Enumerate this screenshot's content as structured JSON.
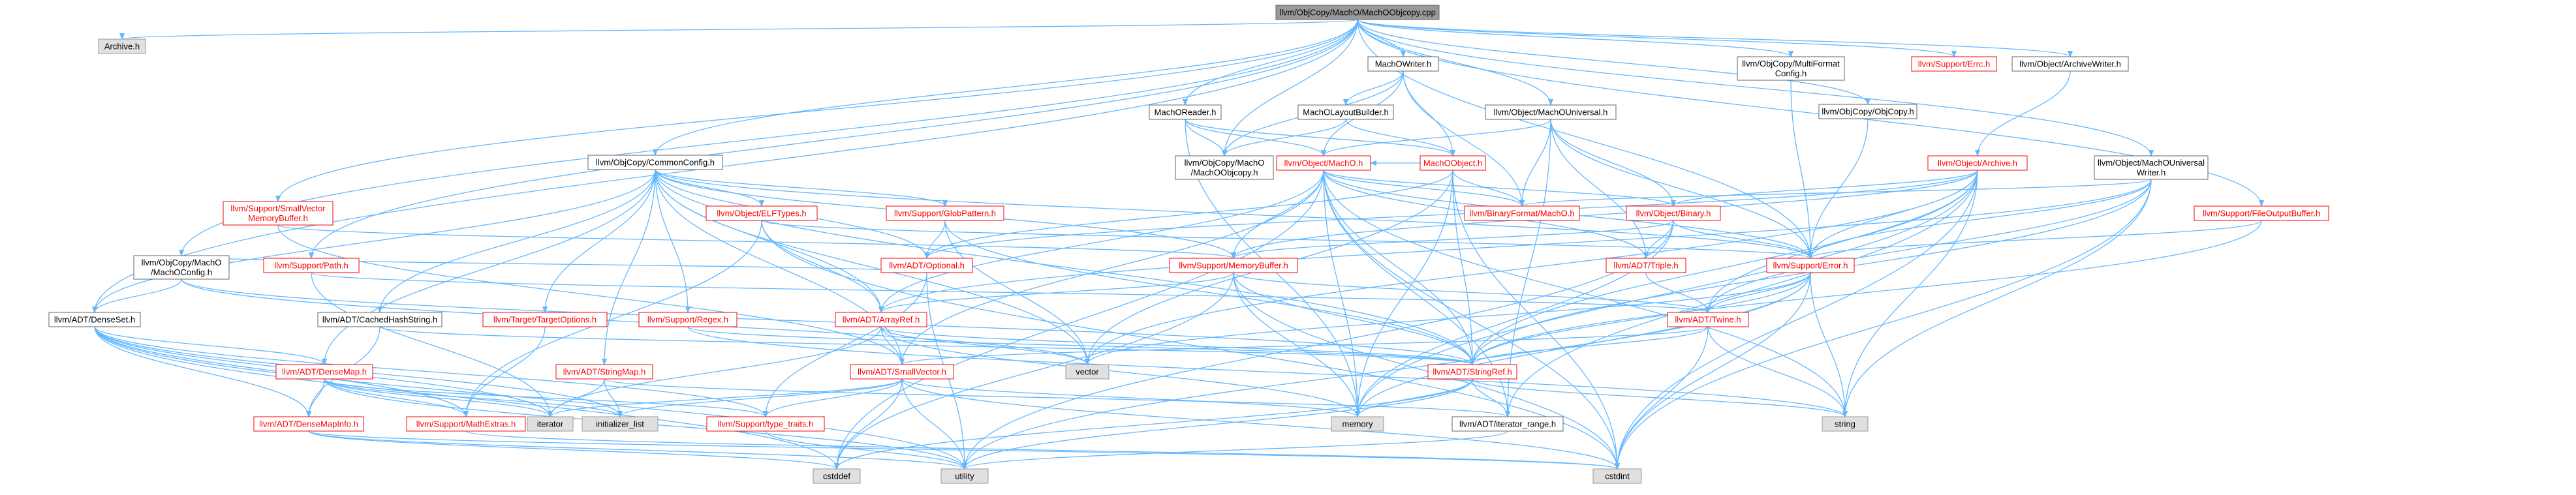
{
  "nodes": [
    {
      "id": "root",
      "lines": [
        "llvm/ObjCopy/MachO/MachOObjcopy.cpp"
      ],
      "style": "root"
    },
    {
      "id": "archive_h",
      "lines": [
        "Archive.h"
      ],
      "style": "gray"
    },
    {
      "id": "machowriter",
      "lines": [
        "MachOWriter.h"
      ],
      "style": "normal"
    },
    {
      "id": "multiformat",
      "lines": [
        "llvm/ObjCopy/MultiFormat",
        "Config.h"
      ],
      "style": "normal"
    },
    {
      "id": "errc",
      "lines": [
        "llvm/Support/Errc.h"
      ],
      "style": "red"
    },
    {
      "id": "archivewriter",
      "lines": [
        "llvm/Object/ArchiveWriter.h"
      ],
      "style": "normal"
    },
    {
      "id": "objcopy_h",
      "lines": [
        "llvm/ObjCopy/ObjCopy.h"
      ],
      "style": "normal"
    },
    {
      "id": "machoreader",
      "lines": [
        "MachOReader.h"
      ],
      "style": "normal"
    },
    {
      "id": "macholayout",
      "lines": [
        "MachOLayoutBuilder.h"
      ],
      "style": "normal"
    },
    {
      "id": "obj_machouniversal",
      "lines": [
        "llvm/Object/MachOUniversal.h"
      ],
      "style": "normal"
    },
    {
      "id": "obj_archive",
      "lines": [
        "llvm/Object/Archive.h"
      ],
      "style": "red"
    },
    {
      "id": "obj_machouniwriter",
      "lines": [
        "llvm/Object/MachOUniversal",
        "Writer.h"
      ],
      "style": "normal"
    },
    {
      "id": "commonconfig",
      "lines": [
        "llvm/ObjCopy/CommonConfig.h"
      ],
      "style": "normal"
    },
    {
      "id": "objcopy_machoobjcopy",
      "lines": [
        "llvm/ObjCopy/MachO",
        "/MachOObjcopy.h"
      ],
      "style": "normal"
    },
    {
      "id": "obj_macho",
      "lines": [
        "llvm/Object/MachO.h"
      ],
      "style": "red"
    },
    {
      "id": "machoobject",
      "lines": [
        "MachOObject.h"
      ],
      "style": "red"
    },
    {
      "id": "smallvecmembuf",
      "lines": [
        "llvm/Support/SmallVector",
        "MemoryBuffer.h"
      ],
      "style": "red"
    },
    {
      "id": "elftypes",
      "lines": [
        "llvm/Object/ELFTypes.h"
      ],
      "style": "red"
    },
    {
      "id": "globpattern",
      "lines": [
        "llvm/Support/GlobPattern.h"
      ],
      "style": "red"
    },
    {
      "id": "binaryformat_macho",
      "lines": [
        "llvm/BinaryFormat/MachO.h"
      ],
      "style": "red"
    },
    {
      "id": "obj_binary",
      "lines": [
        "llvm/Object/Binary.h"
      ],
      "style": "red"
    },
    {
      "id": "fileoutputbuffer",
      "lines": [
        "llvm/Support/FileOutputBuffer.h"
      ],
      "style": "red"
    },
    {
      "id": "machoconfig",
      "lines": [
        "llvm/ObjCopy/MachO",
        "/MachOConfig.h"
      ],
      "style": "normal"
    },
    {
      "id": "path",
      "lines": [
        "llvm/Support/Path.h"
      ],
      "style": "red"
    },
    {
      "id": "optional",
      "lines": [
        "llvm/ADT/Optional.h"
      ],
      "style": "red"
    },
    {
      "id": "membuffer",
      "lines": [
        "llvm/Support/MemoryBuffer.h"
      ],
      "style": "red"
    },
    {
      "id": "triple",
      "lines": [
        "llvm/ADT/Triple.h"
      ],
      "style": "red"
    },
    {
      "id": "error",
      "lines": [
        "llvm/Support/Error.h"
      ],
      "style": "red"
    },
    {
      "id": "densset",
      "lines": [
        "llvm/ADT/DenseSet.h"
      ],
      "style": "normal"
    },
    {
      "id": "cachedhash",
      "lines": [
        "llvm/ADT/CachedHashString.h"
      ],
      "style": "normal"
    },
    {
      "id": "targetoptions",
      "lines": [
        "llvm/Target/TargetOptions.h"
      ],
      "style": "red"
    },
    {
      "id": "regex",
      "lines": [
        "llvm/Support/Regex.h"
      ],
      "style": "red"
    },
    {
      "id": "arrayref",
      "lines": [
        "llvm/ADT/ArrayRef.h"
      ],
      "style": "red"
    },
    {
      "id": "twine",
      "lines": [
        "llvm/ADT/Twine.h"
      ],
      "style": "red"
    },
    {
      "id": "densemap",
      "lines": [
        "llvm/ADT/DenseMap.h"
      ],
      "style": "red"
    },
    {
      "id": "stringmap",
      "lines": [
        "llvm/ADT/StringMap.h"
      ],
      "style": "red"
    },
    {
      "id": "vector",
      "lines": [
        "vector"
      ],
      "style": "gray"
    },
    {
      "id": "smallvector",
      "lines": [
        "llvm/ADT/SmallVector.h"
      ],
      "style": "red"
    },
    {
      "id": "stringref",
      "lines": [
        "llvm/ADT/StringRef.h"
      ],
      "style": "red"
    },
    {
      "id": "densemapinfo",
      "lines": [
        "llvm/ADT/DenseMapInfo.h"
      ],
      "style": "red"
    },
    {
      "id": "mathextras",
      "lines": [
        "llvm/Support/MathExtras.h"
      ],
      "style": "red"
    },
    {
      "id": "iterator",
      "lines": [
        "iterator"
      ],
      "style": "gray"
    },
    {
      "id": "initlist",
      "lines": [
        "initializer_list"
      ],
      "style": "gray"
    },
    {
      "id": "typetraits",
      "lines": [
        "llvm/Support/type_traits.h"
      ],
      "style": "red"
    },
    {
      "id": "memory",
      "lines": [
        "memory"
      ],
      "style": "gray"
    },
    {
      "id": "iterrange",
      "lines": [
        "llvm/ADT/iterator_range.h"
      ],
      "style": "normal"
    },
    {
      "id": "string",
      "lines": [
        "string"
      ],
      "style": "gray"
    },
    {
      "id": "cstddef",
      "lines": [
        "cstddef"
      ],
      "style": "gray"
    },
    {
      "id": "utility",
      "lines": [
        "utility"
      ],
      "style": "gray"
    },
    {
      "id": "cstdint",
      "lines": [
        "cstdint"
      ],
      "style": "gray"
    }
  ],
  "edges": [
    [
      "root",
      "archive_h"
    ],
    [
      "root",
      "machowriter"
    ],
    [
      "root",
      "multiformat"
    ],
    [
      "root",
      "errc"
    ],
    [
      "root",
      "archivewriter"
    ],
    [
      "root",
      "objcopy_h"
    ],
    [
      "root",
      "machoreader"
    ],
    [
      "root",
      "obj_machouniversal"
    ],
    [
      "root",
      "obj_machouniwriter"
    ],
    [
      "root",
      "commonconfig"
    ],
    [
      "root",
      "objcopy_machoobjcopy"
    ],
    [
      "root",
      "smallvecmembuf"
    ],
    [
      "root",
      "fileoutputbuffer"
    ],
    [
      "root",
      "machoconfig"
    ],
    [
      "root",
      "path"
    ],
    [
      "root",
      "error"
    ],
    [
      "root",
      "densset"
    ],
    [
      "machowriter",
      "machoobject"
    ],
    [
      "machowriter",
      "macholayout"
    ],
    [
      "machowriter",
      "objcopy_machoobjcopy"
    ],
    [
      "machowriter",
      "binaryformat_macho"
    ],
    [
      "machowriter",
      "obj_macho"
    ],
    [
      "multiformat",
      "error"
    ],
    [
      "archivewriter",
      "obj_archive"
    ],
    [
      "objcopy_h",
      "error"
    ],
    [
      "machoreader",
      "machoobject"
    ],
    [
      "machoreader",
      "objcopy_machoobjcopy"
    ],
    [
      "machoreader",
      "obj_macho"
    ],
    [
      "machoreader",
      "memory"
    ],
    [
      "macholayout",
      "machoobject"
    ],
    [
      "macholayout",
      "objcopy_machoobjcopy"
    ],
    [
      "obj_machouniversal",
      "obj_macho"
    ],
    [
      "obj_machouniversal",
      "binaryformat_macho"
    ],
    [
      "obj_machouniversal",
      "obj_binary"
    ],
    [
      "obj_machouniversal",
      "triple"
    ],
    [
      "obj_machouniversal",
      "iterrange"
    ],
    [
      "obj_machouniversal",
      "error"
    ],
    [
      "obj_archive",
      "obj_binary"
    ],
    [
      "obj_archive",
      "error"
    ],
    [
      "obj_archive",
      "membuffer"
    ],
    [
      "obj_archive",
      "stringref"
    ],
    [
      "obj_archive",
      "twine"
    ],
    [
      "obj_archive",
      "iterrange"
    ],
    [
      "obj_archive",
      "optional"
    ],
    [
      "obj_archive",
      "vector"
    ],
    [
      "obj_archive",
      "memory"
    ],
    [
      "obj_archive",
      "string"
    ],
    [
      "obj_archive",
      "cstdint"
    ],
    [
      "obj_machouniwriter",
      "binaryformat_macho"
    ],
    [
      "obj_machouniwriter",
      "error"
    ],
    [
      "obj_machouniwriter",
      "stringref"
    ],
    [
      "obj_machouniwriter",
      "arrayref"
    ],
    [
      "obj_machouniwriter",
      "twine"
    ],
    [
      "obj_machouniwriter",
      "cstdint"
    ],
    [
      "obj_machouniwriter",
      "string"
    ],
    [
      "commonconfig",
      "densset"
    ],
    [
      "commonconfig",
      "cachedhash"
    ],
    [
      "commonconfig",
      "elftypes"
    ],
    [
      "commonconfig",
      "globpattern"
    ],
    [
      "commonconfig",
      "targetoptions"
    ],
    [
      "commonconfig",
      "regex"
    ],
    [
      "commonconfig",
      "arrayref"
    ],
    [
      "commonconfig",
      "optional"
    ],
    [
      "commonconfig",
      "stringmap"
    ],
    [
      "commonconfig",
      "stringref"
    ],
    [
      "commonconfig",
      "membuffer"
    ],
    [
      "commonconfig",
      "smallvector"
    ],
    [
      "commonconfig",
      "vector"
    ],
    [
      "commonconfig",
      "error"
    ],
    [
      "commonconfig",
      "densemap"
    ],
    [
      "obj_macho",
      "binaryformat_macho"
    ],
    [
      "obj_macho",
      "obj_binary"
    ],
    [
      "obj_macho",
      "triple"
    ],
    [
      "obj_macho",
      "membuffer"
    ],
    [
      "obj_macho",
      "error"
    ],
    [
      "obj_macho",
      "arrayref"
    ],
    [
      "obj_macho",
      "smallvector"
    ],
    [
      "obj_macho",
      "stringref"
    ],
    [
      "obj_macho",
      "iterrange"
    ],
    [
      "obj_macho",
      "memory"
    ],
    [
      "obj_macho",
      "string"
    ],
    [
      "obj_macho",
      "cstdint"
    ],
    [
      "obj_macho",
      "cstddef"
    ],
    [
      "machoobject",
      "binaryformat_macho"
    ],
    [
      "machoobject",
      "obj_macho"
    ],
    [
      "machoobject",
      "stringref"
    ],
    [
      "machoobject",
      "memory"
    ],
    [
      "machoobject",
      "vector"
    ],
    [
      "machoobject",
      "cstdint"
    ],
    [
      "machoobject",
      "optional"
    ],
    [
      "smallvecmembuf",
      "membuffer"
    ],
    [
      "smallvecmembuf",
      "smallvector"
    ],
    [
      "elftypes",
      "arrayref"
    ],
    [
      "elftypes",
      "error"
    ],
    [
      "elftypes",
      "mathextras"
    ],
    [
      "elftypes",
      "cstdint"
    ],
    [
      "globpattern",
      "optional"
    ],
    [
      "globpattern",
      "stringref"
    ],
    [
      "globpattern",
      "vector"
    ],
    [
      "obj_binary",
      "error"
    ],
    [
      "obj_binary",
      "membuffer"
    ],
    [
      "obj_binary",
      "triple"
    ],
    [
      "obj_binary",
      "memory"
    ],
    [
      "obj_binary",
      "utility"
    ],
    [
      "fileoutputbuffer",
      "error"
    ],
    [
      "fileoutputbuffer",
      "stringref"
    ],
    [
      "machoconfig",
      "densset"
    ],
    [
      "machoconfig",
      "stringref"
    ],
    [
      "machoconfig",
      "vector"
    ],
    [
      "machoconfig",
      "optional"
    ],
    [
      "path",
      "twine"
    ],
    [
      "path",
      "iterator"
    ],
    [
      "optional",
      "utility"
    ],
    [
      "optional",
      "typetraits"
    ],
    [
      "membuffer",
      "arrayref"
    ],
    [
      "membuffer",
      "twine"
    ],
    [
      "membuffer",
      "memory"
    ],
    [
      "membuffer",
      "cstddef"
    ],
    [
      "membuffer",
      "cstdint"
    ],
    [
      "membuffer",
      "stringref"
    ],
    [
      "triple",
      "twine"
    ],
    [
      "error",
      "twine"
    ],
    [
      "error",
      "stringref"
    ],
    [
      "error",
      "string"
    ],
    [
      "error",
      "memory"
    ],
    [
      "error",
      "utility"
    ],
    [
      "error",
      "cstdint"
    ],
    [
      "error",
      "vector"
    ],
    [
      "densset",
      "densemap"
    ],
    [
      "densset",
      "densemapinfo"
    ],
    [
      "densset",
      "mathextras"
    ],
    [
      "densset",
      "typetraits"
    ],
    [
      "densset",
      "initlist"
    ],
    [
      "densset",
      "iterator"
    ],
    [
      "densset",
      "utility"
    ],
    [
      "densset",
      "cstddef"
    ],
    [
      "cachedhash",
      "densemapinfo"
    ],
    [
      "cachedhash",
      "stringref"
    ],
    [
      "targetoptions",
      "mathextras"
    ],
    [
      "regex",
      "stringref"
    ],
    [
      "regex",
      "string"
    ],
    [
      "arrayref",
      "smallvector"
    ],
    [
      "arrayref",
      "stringref"
    ],
    [
      "arrayref",
      "vector"
    ],
    [
      "arrayref",
      "iterator"
    ],
    [
      "arrayref",
      "memory"
    ],
    [
      "twine",
      "smallvector"
    ],
    [
      "twine",
      "stringref"
    ],
    [
      "twine",
      "string"
    ],
    [
      "twine",
      "cstdint"
    ],
    [
      "densemap",
      "densemapinfo"
    ],
    [
      "densemap",
      "mathextras"
    ],
    [
      "densemap",
      "typetraits"
    ],
    [
      "densemap",
      "initlist"
    ],
    [
      "densemap",
      "iterator"
    ],
    [
      "densemap",
      "utility"
    ],
    [
      "stringmap",
      "iterator"
    ],
    [
      "stringmap",
      "initlist"
    ],
    [
      "stringmap",
      "iterrange"
    ],
    [
      "smallvector",
      "typetraits"
    ],
    [
      "smallvector",
      "initlist"
    ],
    [
      "smallvector",
      "iterator"
    ],
    [
      "smallvector",
      "memory"
    ],
    [
      "smallvector",
      "utility"
    ],
    [
      "smallvector",
      "cstddef"
    ],
    [
      "smallvector",
      "cstdint"
    ],
    [
      "stringref",
      "iterrange"
    ],
    [
      "stringref",
      "string"
    ],
    [
      "stringref",
      "cstddef"
    ],
    [
      "stringref",
      "utility"
    ],
    [
      "stringref",
      "memory"
    ],
    [
      "densemapinfo",
      "cstddef"
    ],
    [
      "densemapinfo",
      "cstdint"
    ],
    [
      "densemapinfo",
      "utility"
    ],
    [
      "mathextras",
      "cstdint"
    ],
    [
      "typetraits",
      "utility"
    ],
    [
      "iterrange",
      "utility"
    ]
  ]
}
